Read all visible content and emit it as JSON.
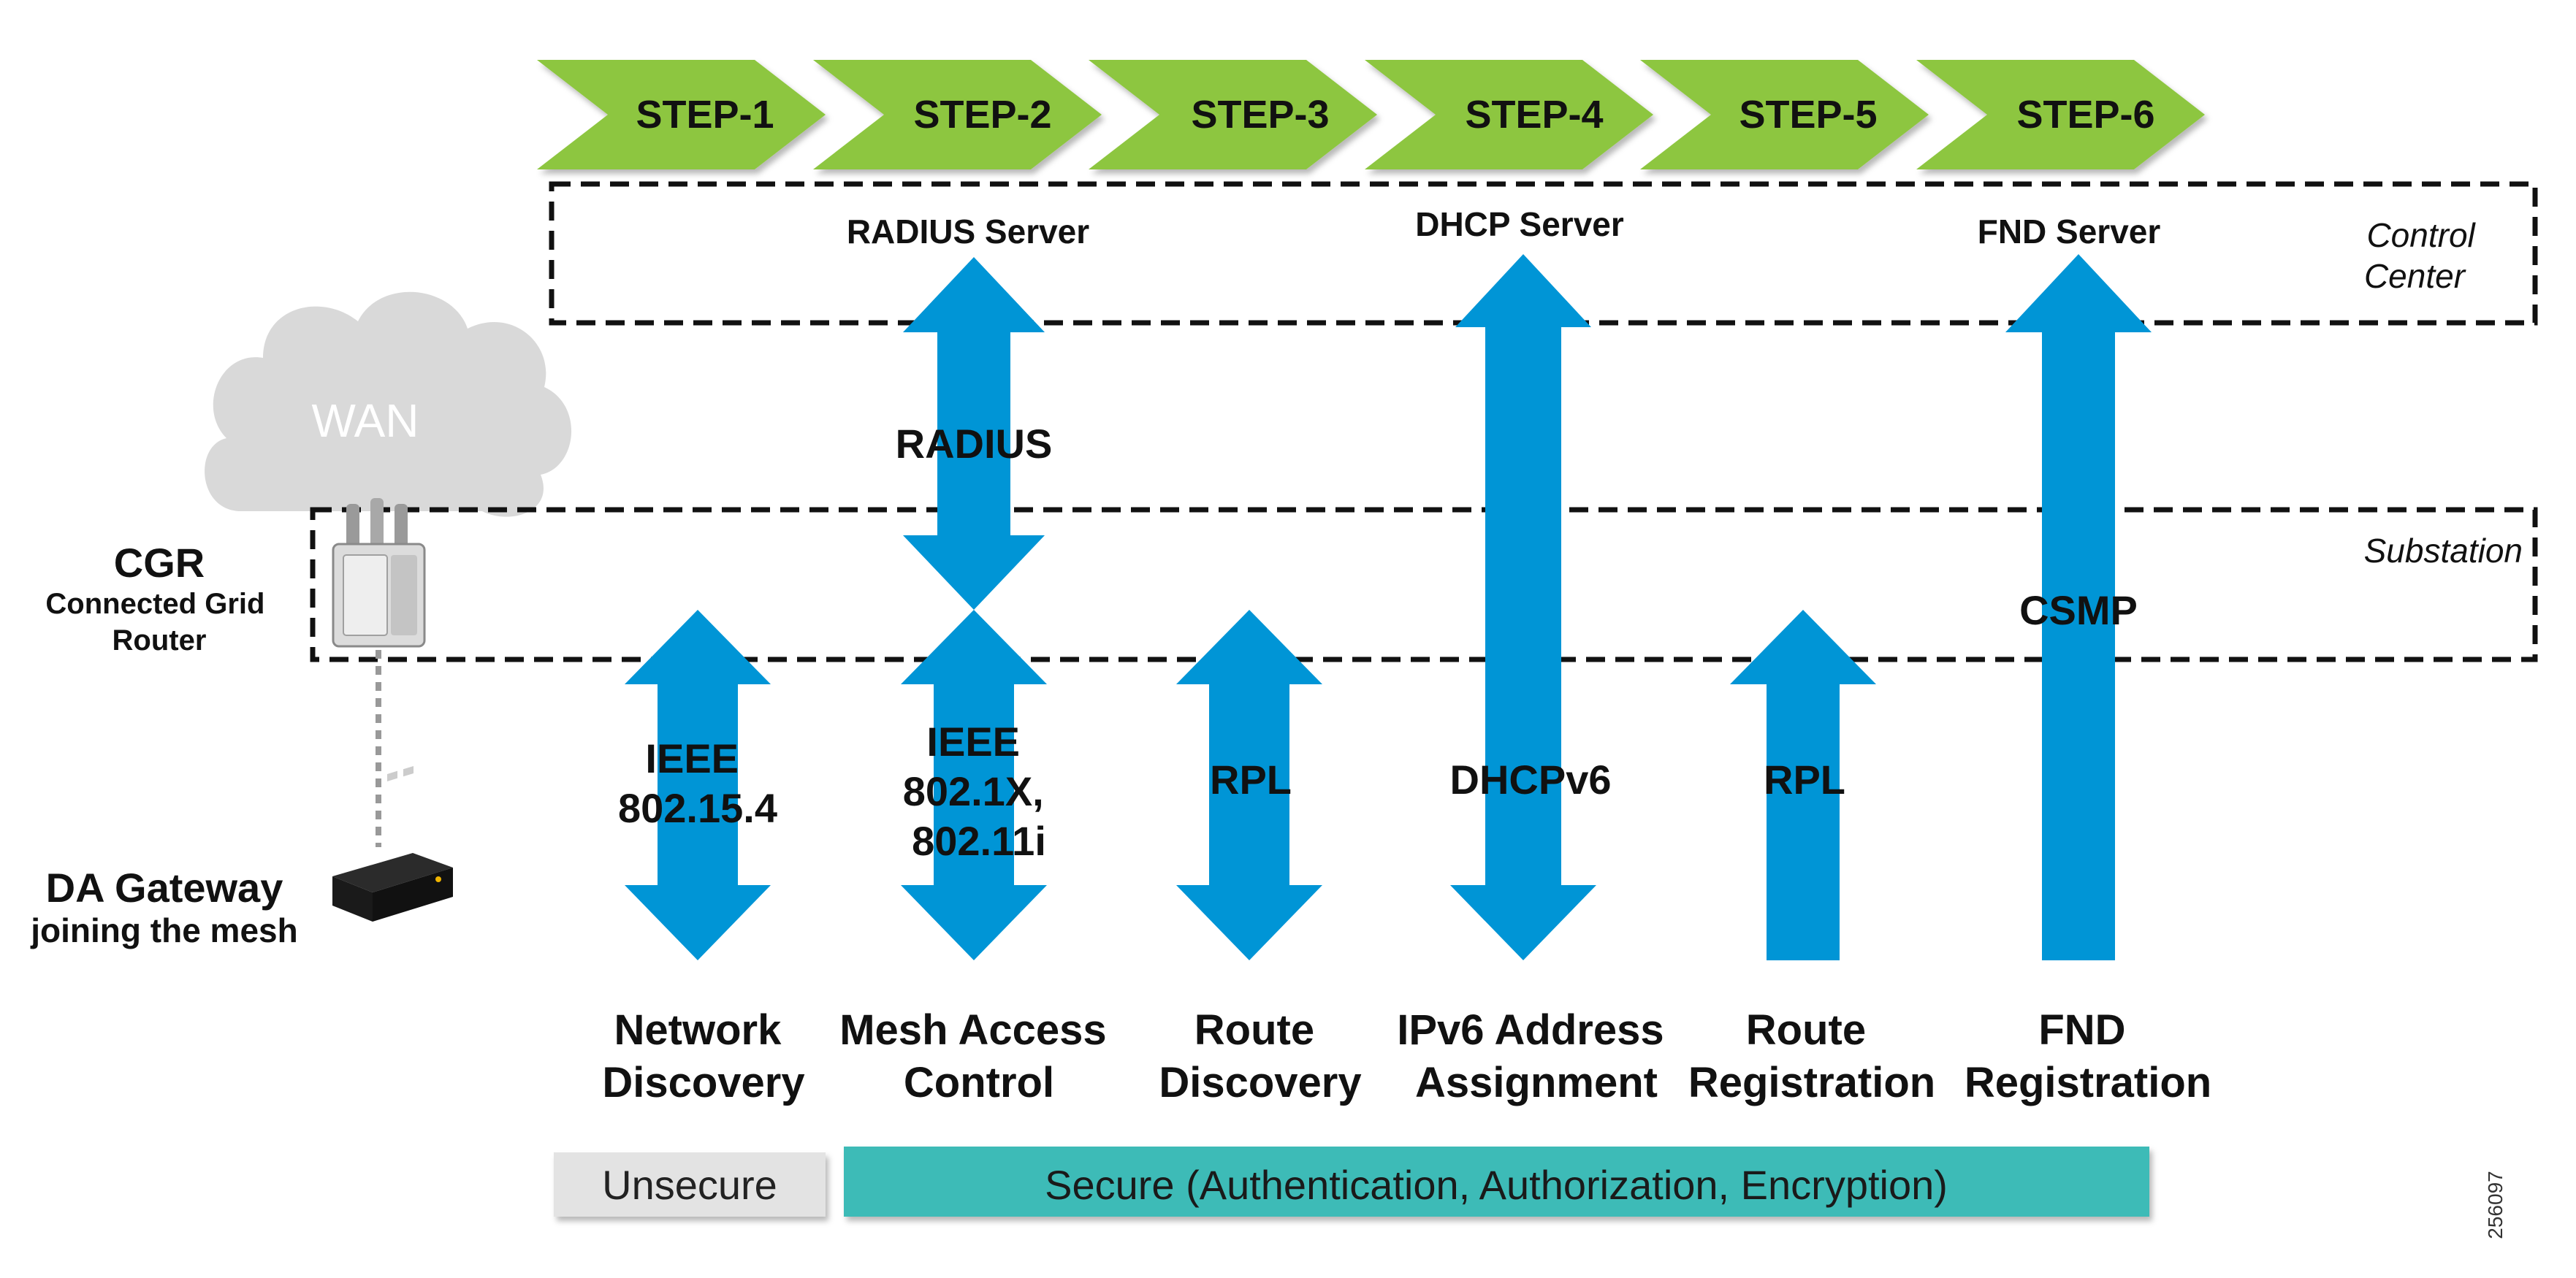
{
  "steps": [
    "STEP-1",
    "STEP-2",
    "STEP-3",
    "STEP-4",
    "STEP-5",
    "STEP-6"
  ],
  "servers": {
    "radius": "RADIUS Server",
    "dhcp": "DHCP Server",
    "fnd": "FND Server"
  },
  "zones": {
    "control_center": [
      "Control",
      "Center"
    ],
    "substation": "Substation",
    "wan": "WAN"
  },
  "devices": {
    "cgr_title": "CGR",
    "cgr_subtitle": [
      "Connected Grid",
      "Router"
    ],
    "gateway_title": "DA Gateway",
    "gateway_subtitle": "joining the mesh"
  },
  "protocols": {
    "radius": "RADIUS",
    "csmp": "CSMP",
    "ieee_802154": [
      "IEEE",
      "802.15.4"
    ],
    "ieee_8021x": [
      "IEEE",
      "802.1X,",
      "802.11i"
    ],
    "rpl_1": "RPL",
    "dhcpv6": "DHCPv6",
    "rpl_2": "RPL"
  },
  "phases": [
    [
      "Network",
      "Discovery"
    ],
    [
      "Mesh Access",
      "Control"
    ],
    [
      "Route",
      "Discovery"
    ],
    [
      "IPv6 Address",
      "Assignment"
    ],
    [
      "Route",
      "Registration"
    ],
    [
      "FND",
      "Registration"
    ]
  ],
  "security": {
    "unsecure": "Unsecure",
    "secure": "Secure (Authentication, Authorization, Encryption)"
  },
  "figure_id": "256097",
  "colors": {
    "step_green": "#8dc63f",
    "arrow_blue": "#0095d6",
    "secure_teal": "#3dbbb7",
    "unsecure_gray": "#e3e3e3",
    "cloud_gray": "#d9d9d9"
  }
}
